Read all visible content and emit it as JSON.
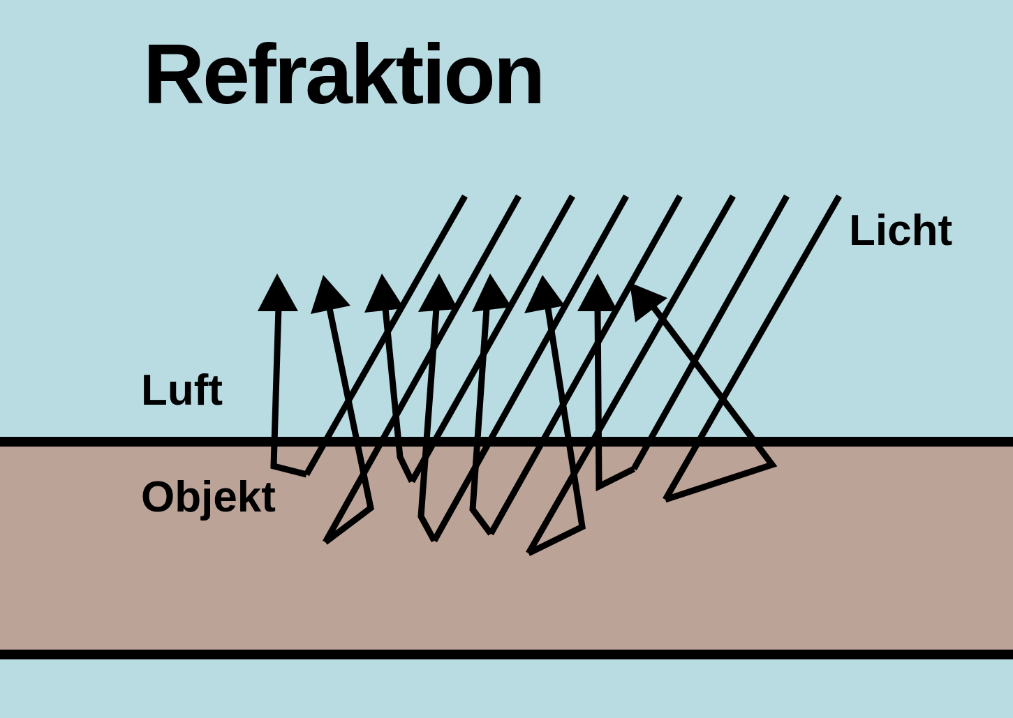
{
  "diagram": {
    "title": "Refraktion",
    "labels": {
      "light": "Licht",
      "air": "Luft",
      "object": "Objekt"
    },
    "incoming_ray_count": 8,
    "outgoing_ray_count": 8
  },
  "colors": {
    "air": "#b9dce2",
    "object": "#bca397",
    "ink": "#000000"
  }
}
